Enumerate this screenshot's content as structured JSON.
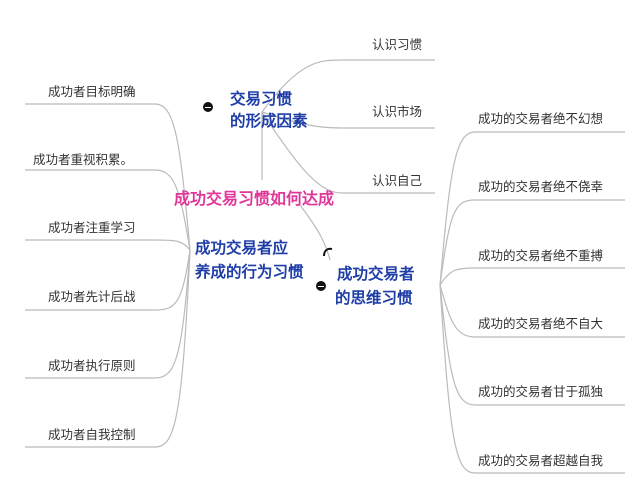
{
  "center": {
    "label": "成功交易习惯如何达成"
  },
  "branches": {
    "formation": {
      "line1": "交易习惯",
      "line2": "的形成因素"
    },
    "behavior": {
      "line1": "成功交易者应",
      "line2": "养成的行为习惯"
    },
    "thinking": {
      "line1": "成功交易者",
      "line2": "的思维习惯"
    }
  },
  "formation_items": [
    "认识习惯",
    "认识市场",
    "认识自己"
  ],
  "behavior_items": [
    "成功者目标明确",
    "成功者重视积累。",
    "成功者注重学习",
    "成功者先计后战",
    "成功者执行原则",
    "成功者自我控制"
  ],
  "thinking_items": [
    "成功的交易者绝不幻想",
    "成功的交易者绝不侥幸",
    "成功的交易者绝不重搏",
    "成功的交易者绝不自大",
    "成功的交易者甘于孤独",
    "成功的交易者超越自我"
  ],
  "colors": {
    "center": "#e0389a",
    "branch": "#1f3ea8",
    "line": "#bbbbbb",
    "leaf_text": "#333333"
  }
}
